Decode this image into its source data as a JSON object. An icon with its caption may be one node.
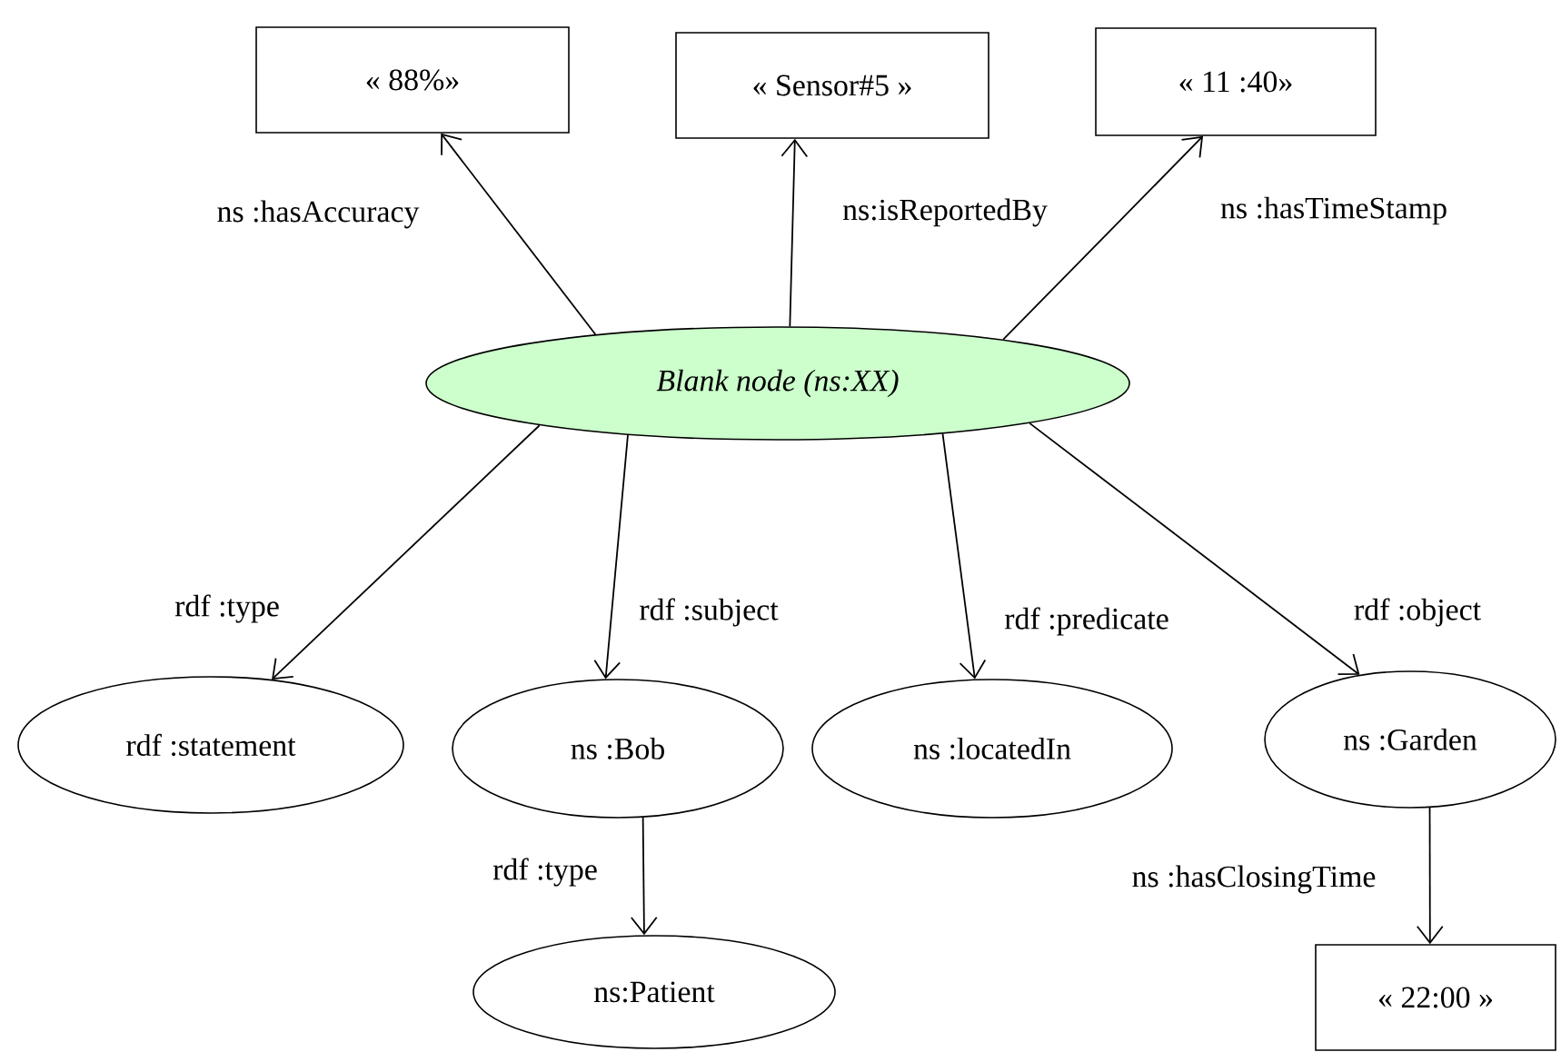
{
  "diagram": {
    "nodes": [
      {
        "text": [
          "« 88%»"
        ]
      },
      {
        "text": [
          "« Sensor#5 »"
        ]
      },
      {
        "text": [
          "« 11 :40»"
        ]
      },
      {
        "text": [
          "Blank node (ns:XX)"
        ]
      },
      {
        "text": [
          "rdf :statement"
        ]
      },
      {
        "text": [
          "ns :Bob"
        ]
      },
      {
        "text": [
          "ns :locatedIn"
        ]
      },
      {
        "text": [
          "ns :Garden"
        ]
      },
      {
        "text": [
          "ns:Patient"
        ]
      },
      {
        "text": [
          "« 22:00 »"
        ]
      }
    ],
    "edges": [
      {
        "from": 3,
        "to": 0,
        "arrow": "to",
        "label": "ns :hasAccuracy"
      },
      {
        "from": 3,
        "to": 1,
        "arrow": "to",
        "label": "ns:isReportedBy"
      },
      {
        "from": 3,
        "to": 2,
        "arrow": "to",
        "label": "ns :hasTimeStamp"
      },
      {
        "from": 3,
        "to": 4,
        "arrow": "to",
        "label": "rdf :type"
      },
      {
        "from": 3,
        "to": 5,
        "arrow": "to",
        "label": "rdf :subject"
      },
      {
        "from": 3,
        "to": 6,
        "arrow": "to",
        "label": "rdf :predicate"
      },
      {
        "from": 3,
        "to": 7,
        "arrow": "to",
        "label": "rdf :object"
      },
      {
        "from": 5,
        "to": 8,
        "arrow": "to",
        "label": "rdf :type"
      },
      {
        "from": 7,
        "to": 9,
        "arrow": "to",
        "label": "ns :hasClosingTime"
      }
    ]
  }
}
